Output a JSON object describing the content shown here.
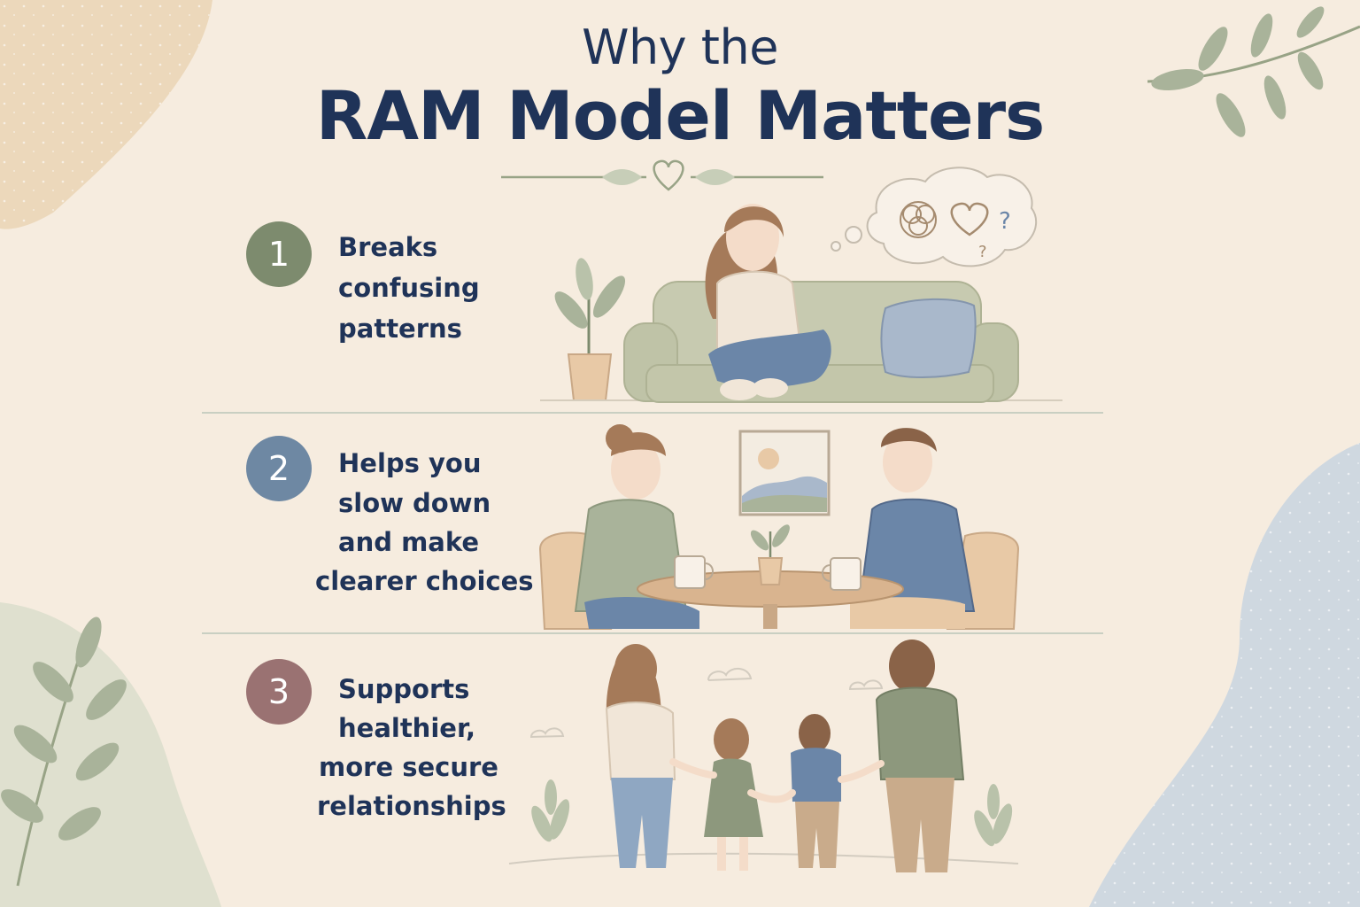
{
  "title": {
    "line1": "Why the",
    "line2": "RAM Model Matters"
  },
  "items": [
    {
      "number": "1",
      "label_lines": [
        "Breaks",
        "confusing",
        "patterns"
      ],
      "badge_color": "#7d8b6e"
    },
    {
      "number": "2",
      "label_lines": [
        "Helps you",
        "slow down",
        "and make",
        "clearer choices"
      ],
      "badge_color": "#6e88a3"
    },
    {
      "number": "3",
      "label_lines": [
        "Supports",
        "healthier,",
        "more secure",
        "relationships"
      ],
      "badge_color": "#9a7272"
    }
  ],
  "thought_bubble": {
    "symbols": [
      "?",
      "?"
    ]
  },
  "colors": {
    "background": "#f6ecdf",
    "title": "#1f3358",
    "sage": "#a9b39a",
    "blue": "#6b86a8",
    "skin": "#f4dcc9"
  }
}
